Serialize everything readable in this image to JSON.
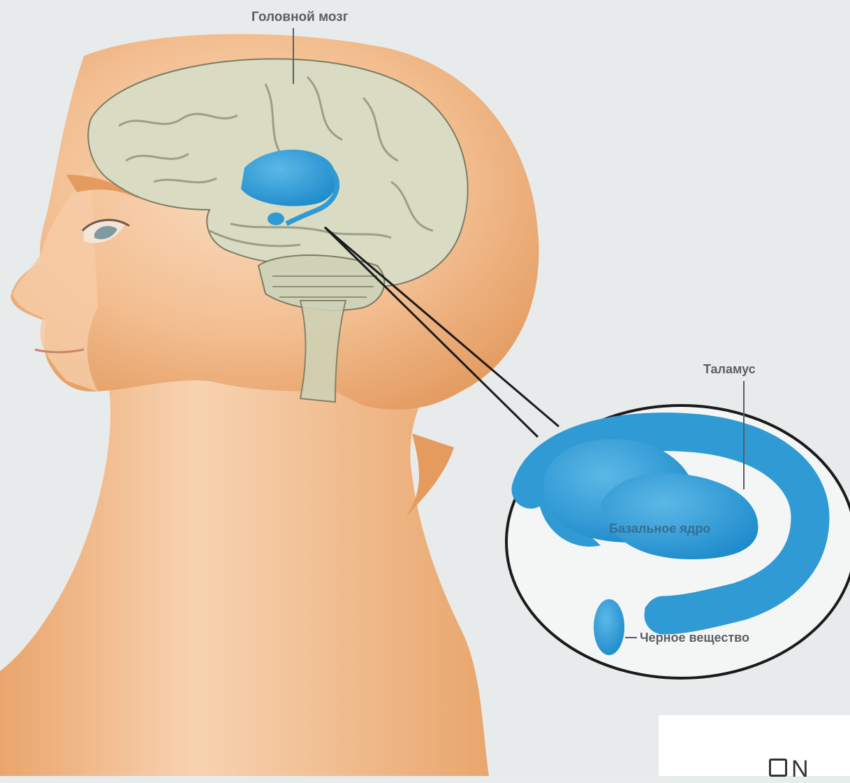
{
  "labels": {
    "brain": "Головной мозг",
    "thalamus": "Таламус",
    "basal_nucleus": "Базальное ядро",
    "substantia_nigra": "Черное вещество"
  },
  "corner_text": "N",
  "colors": {
    "background": "#e9ecec",
    "skin": "#f0b07c",
    "skin_light": "#f7d2b0",
    "brain": "#d9dcc3",
    "highlight_blue": "#2f9ad3",
    "outline": "#1a1a1a"
  }
}
